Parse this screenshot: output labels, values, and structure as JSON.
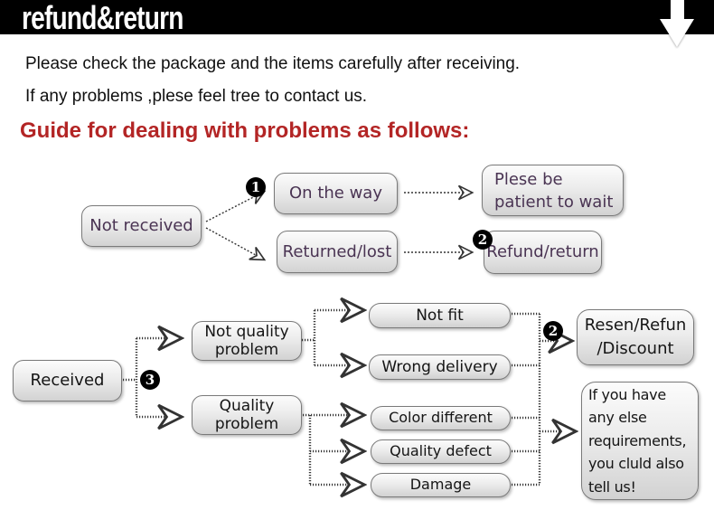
{
  "header": {
    "title": "refund&return",
    "arrow_icon": "down-arrow"
  },
  "intro": {
    "line1": "Please check the package and the items carefully after receiving.",
    "line2": "If any problems ,plese feel tree to contact us."
  },
  "guide_heading": "Guide for dealing with problems as follows:",
  "colors": {
    "header_bg": "#000000",
    "heading_red": "#b32525",
    "flow1_text": "#4a3453",
    "box_border": "#7a7a7a",
    "box_fill_top": "#fcfcfc",
    "box_fill_bottom": "#d2d2d2"
  },
  "flow1": {
    "nodes": {
      "not_received": "Not received",
      "on_the_way": "On the way",
      "returned_lost": "Returned/lost",
      "patient": [
        "Plese be",
        "patient to wait"
      ],
      "refund_return": "Refund/return"
    },
    "badges": {
      "on_the_way": "1",
      "refund_return": "2"
    }
  },
  "flow2": {
    "nodes": {
      "received": "Received",
      "not_quality": [
        "Not quality",
        "problem"
      ],
      "quality": [
        "Quality",
        "problem"
      ],
      "not_fit": "Not fit",
      "wrong_delivery": "Wrong delivery",
      "color_different": "Color different",
      "quality_defect": "Quality defect",
      "damage": "Damage",
      "resend": [
        "Resen/Refun",
        "/Discount"
      ],
      "other": [
        "If you have",
        "any else",
        "requirements,",
        "you cluld also",
        "tell us!"
      ]
    },
    "badges": {
      "received": "3",
      "resend": "2"
    }
  }
}
